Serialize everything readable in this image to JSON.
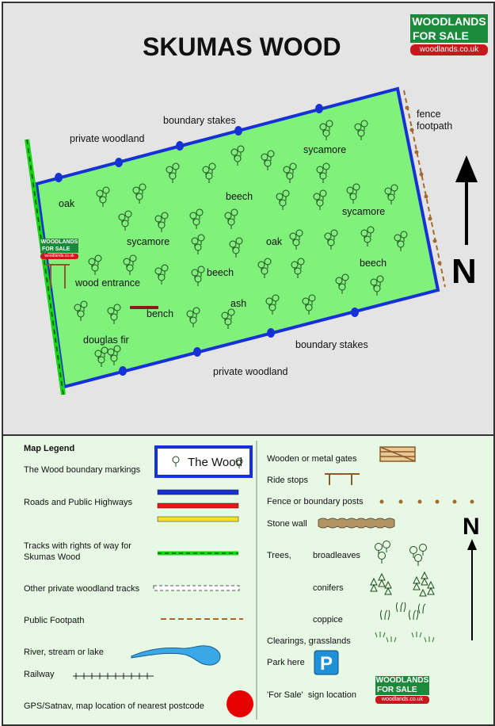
{
  "map": {
    "title": "SKUMAS WOOD",
    "logo": {
      "line1": "WOODLANDS",
      "line2": "FOR SALE",
      "site": "woodlands.co.uk"
    },
    "labels": [
      {
        "id": "private-woodland-top",
        "text": "private woodland"
      },
      {
        "id": "boundary-stakes-top",
        "text": "boundary stakes"
      },
      {
        "id": "fence-footpath",
        "text": "fence\nfootpath"
      },
      {
        "id": "oak-1",
        "text": "oak"
      },
      {
        "id": "beech-1",
        "text": "beech"
      },
      {
        "id": "sycamore-1",
        "text": "sycamore"
      },
      {
        "id": "sycamore-2",
        "text": "sycamore"
      },
      {
        "id": "sycamore-3",
        "text": "sycamore"
      },
      {
        "id": "oak-2",
        "text": "oak"
      },
      {
        "id": "beech-2",
        "text": "beech"
      },
      {
        "id": "beech-3",
        "text": "beech"
      },
      {
        "id": "wood-entrance",
        "text": "wood entrance"
      },
      {
        "id": "ash",
        "text": "ash"
      },
      {
        "id": "bench",
        "text": "bench"
      },
      {
        "id": "douglas-fir",
        "text": "douglas fir"
      },
      {
        "id": "boundary-stakes-bottom",
        "text": "boundary stakes"
      },
      {
        "id": "private-woodland-bottom",
        "text": "private woodland"
      }
    ],
    "north": "N",
    "colors": {
      "wood": "#80f27c",
      "boundary": "#1631d6",
      "track": "#16d616",
      "fence": "#a56a2b"
    }
  },
  "legend": {
    "title": "Map Legend",
    "items": [
      {
        "id": "boundary",
        "label": "The Wood boundary markings"
      },
      {
        "id": "roads",
        "label": "Roads and Public Highways"
      },
      {
        "id": "tracks",
        "label": "Tracks with rights of way for Skumas Wood"
      },
      {
        "id": "private-tracks",
        "label": "Other private woodland tracks"
      },
      {
        "id": "footpath",
        "label": "Public Footpath"
      },
      {
        "id": "river",
        "label": "River, stream or lake"
      },
      {
        "id": "railway",
        "label": "Railway"
      },
      {
        "id": "gps",
        "label": "GPS/Satnav, map location of nearest postcode"
      },
      {
        "id": "gates",
        "label": "Wooden or metal gates"
      },
      {
        "id": "ride-stops",
        "label": "Ride stops"
      },
      {
        "id": "fence-posts",
        "label": "Fence or boundary posts"
      },
      {
        "id": "stone-wall",
        "label": "Stone wall"
      },
      {
        "id": "trees",
        "label": "Trees,"
      },
      {
        "id": "broadleaves",
        "label": "broadleaves"
      },
      {
        "id": "conifers",
        "label": "conifers"
      },
      {
        "id": "coppice",
        "label": "coppice"
      },
      {
        "id": "clearings",
        "label": "Clearings, grasslands"
      },
      {
        "id": "park",
        "label": "Park here"
      },
      {
        "id": "for-sale-sign",
        "label": "'For Sale'  sign location"
      }
    ],
    "wood_box_label": "The Wood",
    "park_symbol": "P",
    "north": "N",
    "colors": {
      "road_blue": "#1631d6",
      "road_red": "#e01b1b",
      "road_yellow": "#f5e31a",
      "gps": "#e60000"
    }
  }
}
